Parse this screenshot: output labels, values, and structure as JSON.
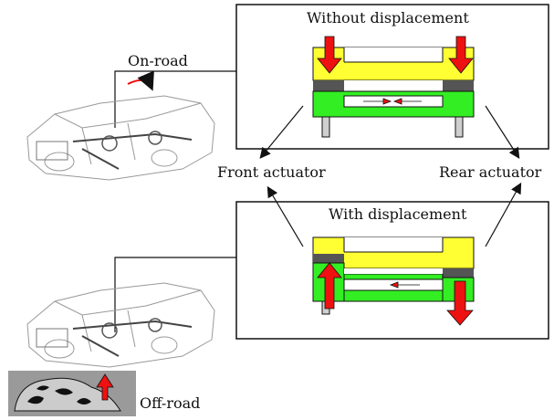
{
  "labels": {
    "on_road": "On-road",
    "off_road": "Off-road",
    "front_actuator": "Front actuator",
    "rear_actuator": "Rear actuator",
    "without_displacement": "Without displacement",
    "with_displacement": "With displacement"
  },
  "colors": {
    "body_yellow": "#ffff33",
    "body_green": "#33ee22",
    "piston_gray": "#555555",
    "arrow_red": "#ee1111",
    "rod_gray": "#cfcfcf",
    "outline": "#111111",
    "terrain_gray": "#9a9a9a"
  },
  "icons": {
    "car_top": "car-chassis-icon",
    "car_bottom": "car-chassis-icon",
    "terrain": "rough-terrain-icon",
    "curved_arrow": "curved-arrow-icon"
  }
}
